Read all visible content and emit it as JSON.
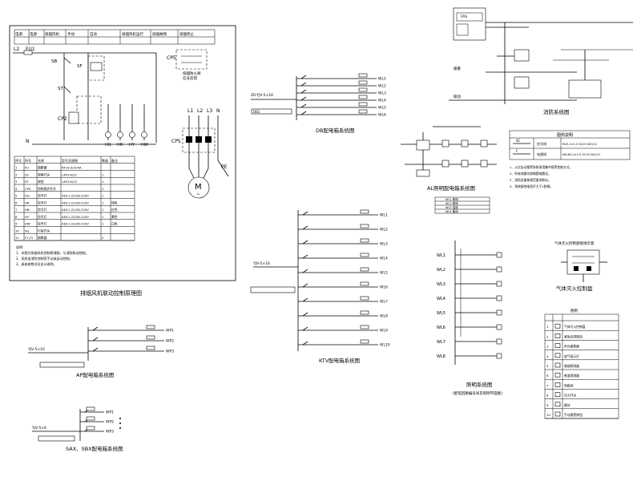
{
  "titles": {
    "fire_linkage": "排烟风机联动控制原理图",
    "db_system": "DB配电箱系统图",
    "ap_system": "AP配电箱系统图",
    "sax_system": "SAX、SBX配电箱系统图",
    "ktv_system": "KTV配电箱系统图",
    "al_system": "AL照明配电箱系统图",
    "lighting_system": "照明系统图",
    "lighting_note": "(配电回路编号详见照明平面图)",
    "fire_system": "消防系统图",
    "gas_cabinet": "气体灭火控制盘"
  },
  "fire_linkage_panel": {
    "header_cols": [
      "电源",
      "电源",
      "排烟风机",
      "手动",
      "自动",
      "排烟风机运行",
      "排烟故障",
      "排烟停止"
    ],
    "terminals_top": [
      "L2",
      "FU1"
    ],
    "switches": [
      "SB",
      "SF",
      "ST"
    ],
    "contactor": "CP2",
    "lamps": [
      "HG",
      "HR",
      "HY",
      "HW"
    ],
    "neutral": "N",
    "motor_phases": [
      "L1",
      "L2",
      "L3",
      "N"
    ],
    "motor_cb": "CPS",
    "motor_symbol": "M",
    "motor_sub": "~",
    "pe": "PE",
    "side_label": "CP5",
    "side_note1": "排烟防火阀",
    "side_note2": "信号反馈",
    "table_header": [
      "序号",
      "符号",
      "名称",
      "型号及规格",
      "数量",
      "备注"
    ],
    "table_rows": [
      [
        "1",
        "FU",
        "熔断器",
        "RT18-32X/4A",
        "",
        ""
      ],
      [
        "2",
        "SS",
        "转换开关",
        "LAY3-X/2C",
        "1",
        ""
      ],
      [
        "3",
        "ST",
        "按钮",
        "LAY3-X/2C",
        "1",
        ""
      ],
      [
        "4",
        "CPS",
        "控制保护开关",
        "",
        "1",
        ""
      ],
      [
        "5",
        "HG",
        "信号灯",
        "AD11-22/28-220V",
        "1",
        ""
      ],
      [
        "6",
        "HR",
        "信号灯",
        "AD11-22/28-220V",
        "1",
        "绿色"
      ],
      [
        "7",
        "HB",
        "信号灯",
        "AD11-22/28-220V",
        "1",
        "红色"
      ],
      [
        "8",
        "HY",
        "信号灯",
        "AD11-22/28-220V",
        "1",
        "黄色"
      ],
      [
        "9",
        "HW",
        "信号灯",
        "AD11-22/28-220V",
        "1",
        "白色"
      ],
      [
        "10",
        "SQ",
        "行程开关",
        "",
        "",
        ""
      ],
      [
        "11",
        "F1,F2",
        "熔断器",
        "",
        "2",
        ""
      ]
    ],
    "notes": [
      "说明：",
      "1、本图为排烟风机控制原理图，与消防联动控制。",
      "2、风机由消防控制室手动或自动控制。",
      "3、具体参数详见设计说明。"
    ]
  },
  "db_panel": {
    "incoming": "ZR-YJV-5×16",
    "tag": "DB1",
    "circuits": [
      "WL1",
      "WL2",
      "WL3",
      "WL4",
      "WL5",
      "WL6"
    ]
  },
  "ap_panel": {
    "incoming": "YJV-5×10",
    "circuits": [
      "WP1",
      "WP2",
      "WP3"
    ]
  },
  "sax_panel": {
    "incoming": "YJV-5×6",
    "circuits": [
      "WP1",
      "WP2",
      "WP3"
    ]
  },
  "ktv_panel": {
    "incoming": "YJV-5×16",
    "circuits": [
      "WL1",
      "WL2",
      "WL3",
      "WL4",
      "WL5",
      "WL6",
      "WL7",
      "WL8",
      "WL9",
      "WL10"
    ]
  },
  "al_panel": {
    "legend_rows": [
      "WL1 照明",
      "WL2 照明",
      "WL3 插座",
      "WL4 备用"
    ]
  },
  "lighting": {
    "rows": [
      "WL1",
      "WL2",
      "WL3",
      "WL4",
      "WL5",
      "WL6",
      "WL7",
      "WL8"
    ]
  },
  "fire": {
    "row1": "报警",
    "row2": "联动",
    "tag": "FAS"
  },
  "legend": {
    "title": "图例说明",
    "rows": [
      [
        "SC",
        "信号线",
        "RVS-2×1.5 SC20 WC/CC"
      ],
      [
        "F",
        "电源线",
        "NH-BV-2×2.5 SC20 WC/CC"
      ]
    ],
    "notes": [
      "1、火灾自动报警系统采用集中报警控制方式。",
      "2、所有线路均穿钢管暗敷设。",
      "3、消防设备按规范要求联动。",
      "4、系统接地电阻不大于1欧姆。"
    ]
  },
  "gas": {
    "caption": "气体灭火控制盘接线示意",
    "table_title": "图例",
    "rows": [
      [
        "1",
        "气体灭火控制盘"
      ],
      [
        "2",
        "紧急启停按钮"
      ],
      [
        "3",
        "声光报警器"
      ],
      [
        "4",
        "放气指示灯"
      ],
      [
        "5",
        "感烟探测器"
      ],
      [
        "6",
        "感温探测器"
      ],
      [
        "7",
        "电磁阀"
      ],
      [
        "8",
        "压力开关"
      ],
      [
        "9",
        "模块"
      ],
      [
        "10",
        "手动报警按钮"
      ]
    ]
  }
}
